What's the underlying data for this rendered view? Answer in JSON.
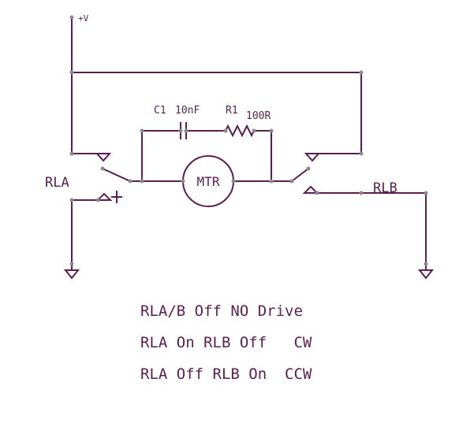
{
  "schematic": {
    "supply_label": "+V",
    "relay_a_label": "RLA",
    "relay_b_label": "RLB",
    "motor_label": "MTR",
    "capacitor_ref": "C1",
    "capacitor_value": "10nF",
    "resistor_ref": "R1",
    "resistor_value": "100R"
  },
  "truth_table": [
    "RLA/B Off NO Drive",
    "RLA On RLB Off   CW",
    "RLA Off RLB On  CCW"
  ],
  "colors": {
    "wire": "#5a1f50",
    "node": "#8a8a8a",
    "background": "#ffffff"
  }
}
